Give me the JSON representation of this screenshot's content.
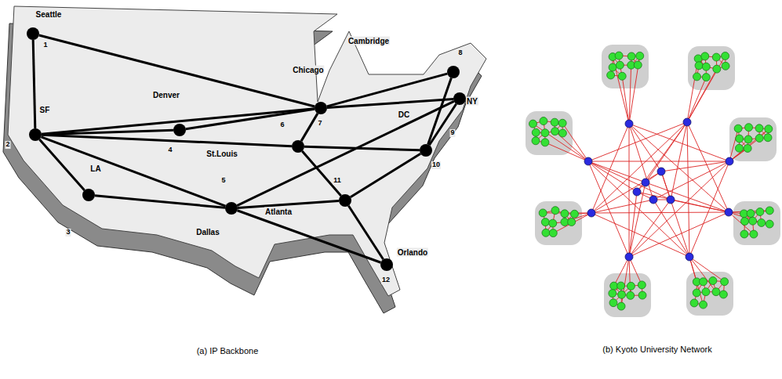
{
  "diagram": {
    "nodes": [
      {
        "text": [
          "Seattle",
          "1"
        ]
      },
      {
        "text": [
          "SF",
          "2"
        ]
      },
      {
        "text": [
          "LA",
          "3"
        ]
      },
      {
        "text": [
          "Denver",
          "4"
        ]
      },
      {
        "text": [
          "5",
          "Dallas"
        ]
      },
      {
        "text": [
          "St.Louis",
          "6"
        ]
      },
      {
        "text": [
          "Chicago",
          "7"
        ]
      },
      {
        "text": [
          "Cambridge",
          "8"
        ]
      },
      {
        "text": [
          "NY",
          "9"
        ]
      },
      {
        "text": [
          "DC",
          "10"
        ]
      },
      {
        "text": [
          "11",
          "Atlanta"
        ]
      },
      {
        "text": [
          "Orlando",
          "12"
        ]
      }
    ],
    "edges": [
      {
        "from": 0,
        "to": 1,
        "arrow": "none"
      },
      {
        "from": 0,
        "to": 6,
        "arrow": "none"
      },
      {
        "from": 1,
        "to": 2,
        "arrow": "none"
      },
      {
        "from": 1,
        "to": 3,
        "arrow": "none"
      },
      {
        "from": 1,
        "to": 4,
        "arrow": "none"
      },
      {
        "from": 1,
        "to": 5,
        "arrow": "none"
      },
      {
        "from": 1,
        "to": 6,
        "arrow": "none"
      },
      {
        "from": 2,
        "to": 4,
        "arrow": "none"
      },
      {
        "from": 3,
        "to": 6,
        "arrow": "none"
      },
      {
        "from": 4,
        "to": 8,
        "arrow": "none"
      },
      {
        "from": 4,
        "to": 10,
        "arrow": "none"
      },
      {
        "from": 4,
        "to": 11,
        "arrow": "none"
      },
      {
        "from": 5,
        "to": 6,
        "arrow": "none"
      },
      {
        "from": 5,
        "to": 9,
        "arrow": "none"
      },
      {
        "from": 5,
        "to": 10,
        "arrow": "none"
      },
      {
        "from": 6,
        "to": 7,
        "arrow": "none"
      },
      {
        "from": 6,
        "to": 8,
        "arrow": "none"
      },
      {
        "from": 7,
        "to": 9,
        "arrow": "none"
      },
      {
        "from": 8,
        "to": 9,
        "arrow": "none"
      },
      {
        "from": 9,
        "to": 10,
        "arrow": "none"
      },
      {
        "from": 10,
        "to": 11,
        "arrow": "none"
      }
    ],
    "labels": [
      "(a) IP Backbone",
      "(b) Kyoto University Network"
    ]
  }
}
